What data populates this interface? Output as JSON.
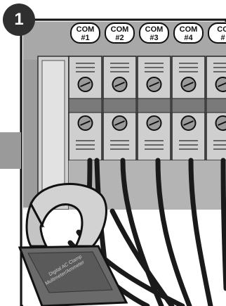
{
  "step": {
    "number": "1"
  },
  "terminals": [
    {
      "line1": "COM",
      "line2": "#1"
    },
    {
      "line1": "COM",
      "line2": "#2"
    },
    {
      "line1": "COM",
      "line2": "#3"
    },
    {
      "line1": "COM",
      "line2": "#4"
    },
    {
      "line1": "CO",
      "line2": "#"
    }
  ],
  "meter": {
    "line1": "Digital AC Clamp",
    "line2": "Multimeter/Ammeter"
  },
  "colors": {
    "panel": "#9a9a9a",
    "terminal": "#cfcfcf",
    "wire": "#1a1a1a",
    "meter": "#6a6a6a",
    "jaw": "#cfcfcf"
  }
}
